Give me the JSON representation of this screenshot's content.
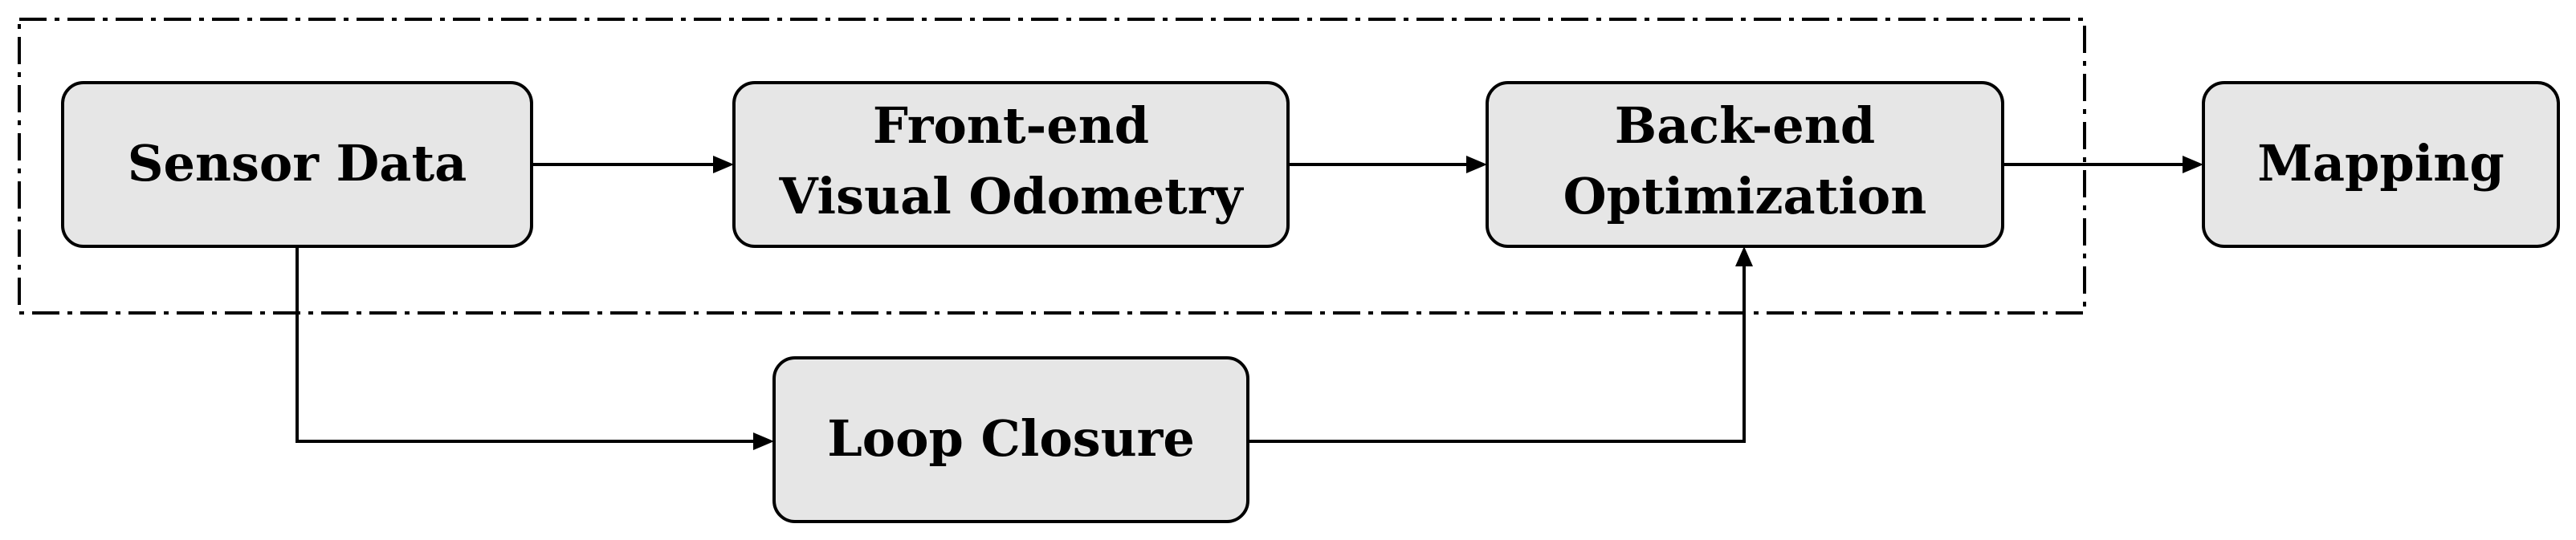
{
  "diagram": {
    "nodes": {
      "sensor_data": {
        "lines": [
          "Sensor Data"
        ]
      },
      "front_end": {
        "lines": [
          "Front-end",
          "Visual Odometry"
        ]
      },
      "back_end": {
        "lines": [
          "Back-end",
          "Optimization"
        ]
      },
      "mapping": {
        "lines": [
          "Mapping"
        ]
      },
      "loop_closure": {
        "lines": [
          "Loop Closure"
        ]
      }
    },
    "edges": [
      {
        "from": "sensor_data",
        "to": "front_end"
      },
      {
        "from": "front_end",
        "to": "back_end"
      },
      {
        "from": "back_end",
        "to": "mapping"
      },
      {
        "from": "sensor_data",
        "to": "loop_closure"
      },
      {
        "from": "loop_closure",
        "to": "back_end"
      }
    ],
    "frame_style": "dash-dot",
    "colors": {
      "box_fill": "#e6e6e6",
      "stroke": "#000000",
      "background": "#ffffff"
    }
  }
}
